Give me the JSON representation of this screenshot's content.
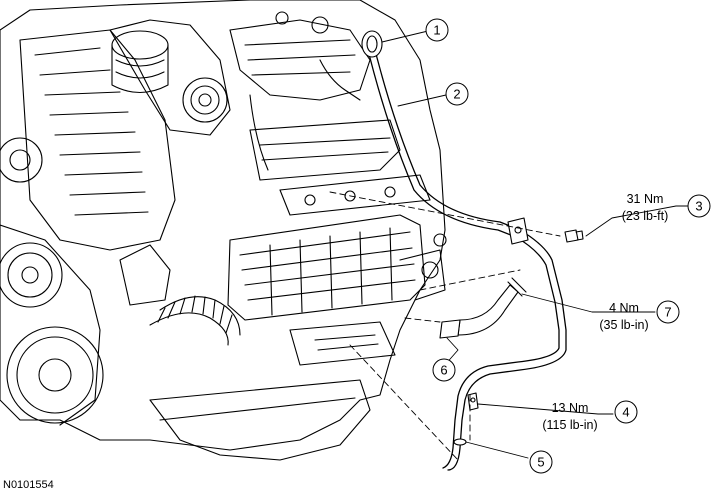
{
  "figure_id": "N0101554",
  "callouts": [
    {
      "number": "1"
    },
    {
      "number": "2"
    },
    {
      "number": "3",
      "torque": [
        "31 Nm",
        "(23 lb-ft)"
      ]
    },
    {
      "number": "4",
      "torque": [
        "13 Nm",
        "(115 lb-in)"
      ]
    },
    {
      "number": "5"
    },
    {
      "number": "6"
    },
    {
      "number": "7",
      "torque": [
        "4 Nm",
        "(35 lb-in)"
      ]
    }
  ]
}
